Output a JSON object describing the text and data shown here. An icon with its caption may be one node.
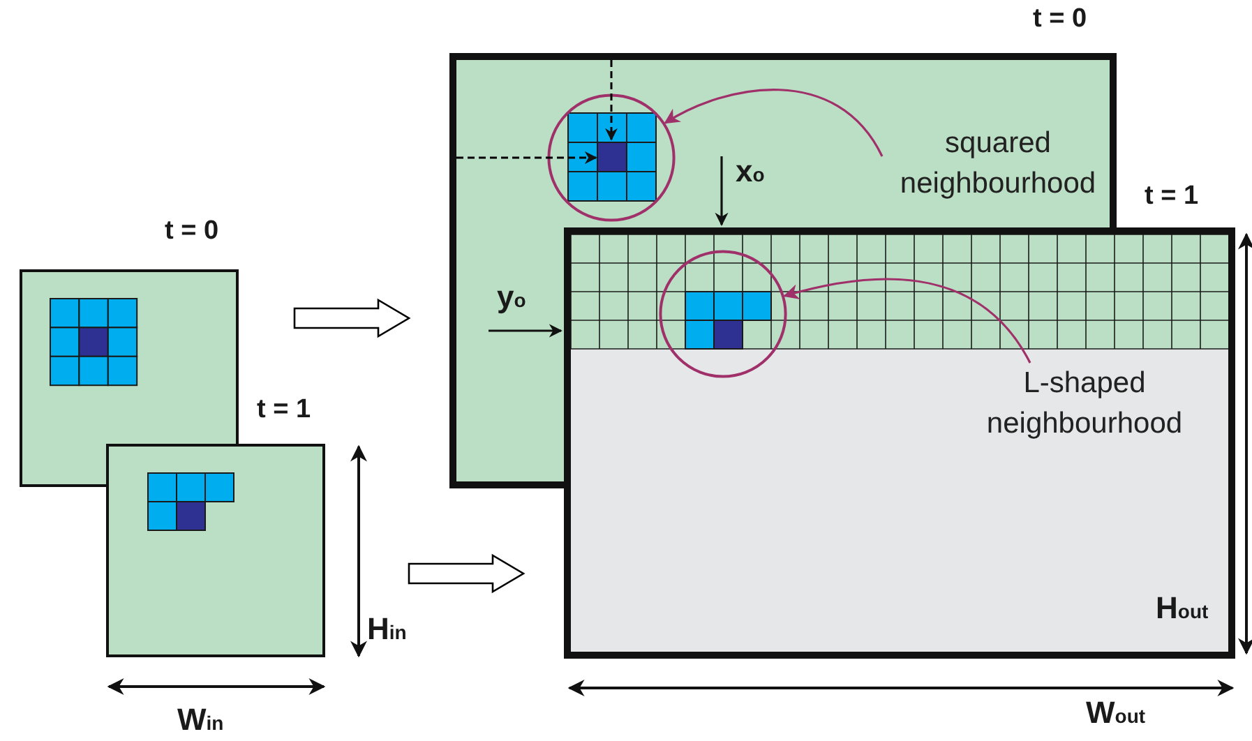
{
  "diagram": {
    "nodes": [
      {
        "text": [
          "t = 0"
        ]
      },
      {
        "text": [
          "t = 1"
        ]
      },
      {
        "text": [
          "t = 0"
        ]
      },
      {
        "text": [
          "t = 1"
        ]
      },
      {
        "text": [],
        "shape": "circle",
        "in": 2
      },
      {
        "text": [
          "squared neighbourhood"
        ],
        "in": 2
      },
      {
        "text": [],
        "shape": "circle"
      },
      {
        "text": [
          "L-shaped neighbourhood"
        ],
        "in": 3
      }
    ],
    "edges": [
      {
        "from": 0,
        "to": 2,
        "arrow": "to"
      },
      {
        "from": 1,
        "to": 3,
        "arrow": "to"
      },
      {
        "from": 5,
        "to": 4,
        "arrow": "to",
        "color": "#a0306a"
      },
      {
        "from": 7,
        "to": 6,
        "arrow": "to",
        "color": "#a0306a"
      },
      {
        "from": 2,
        "to": 4,
        "arrow": "to",
        "style": "dashed",
        "color": "#000000"
      },
      {
        "from": 2,
        "to": 4,
        "arrow": "to",
        "style": "dashed",
        "color": "#000000"
      }
    ],
    "labels": [
      "x$_{o}$",
      "y$_{o}$",
      "H$_{in}$",
      "W$_{in}$",
      "H$_{out}$",
      "W$_{out}$"
    ]
  }
}
